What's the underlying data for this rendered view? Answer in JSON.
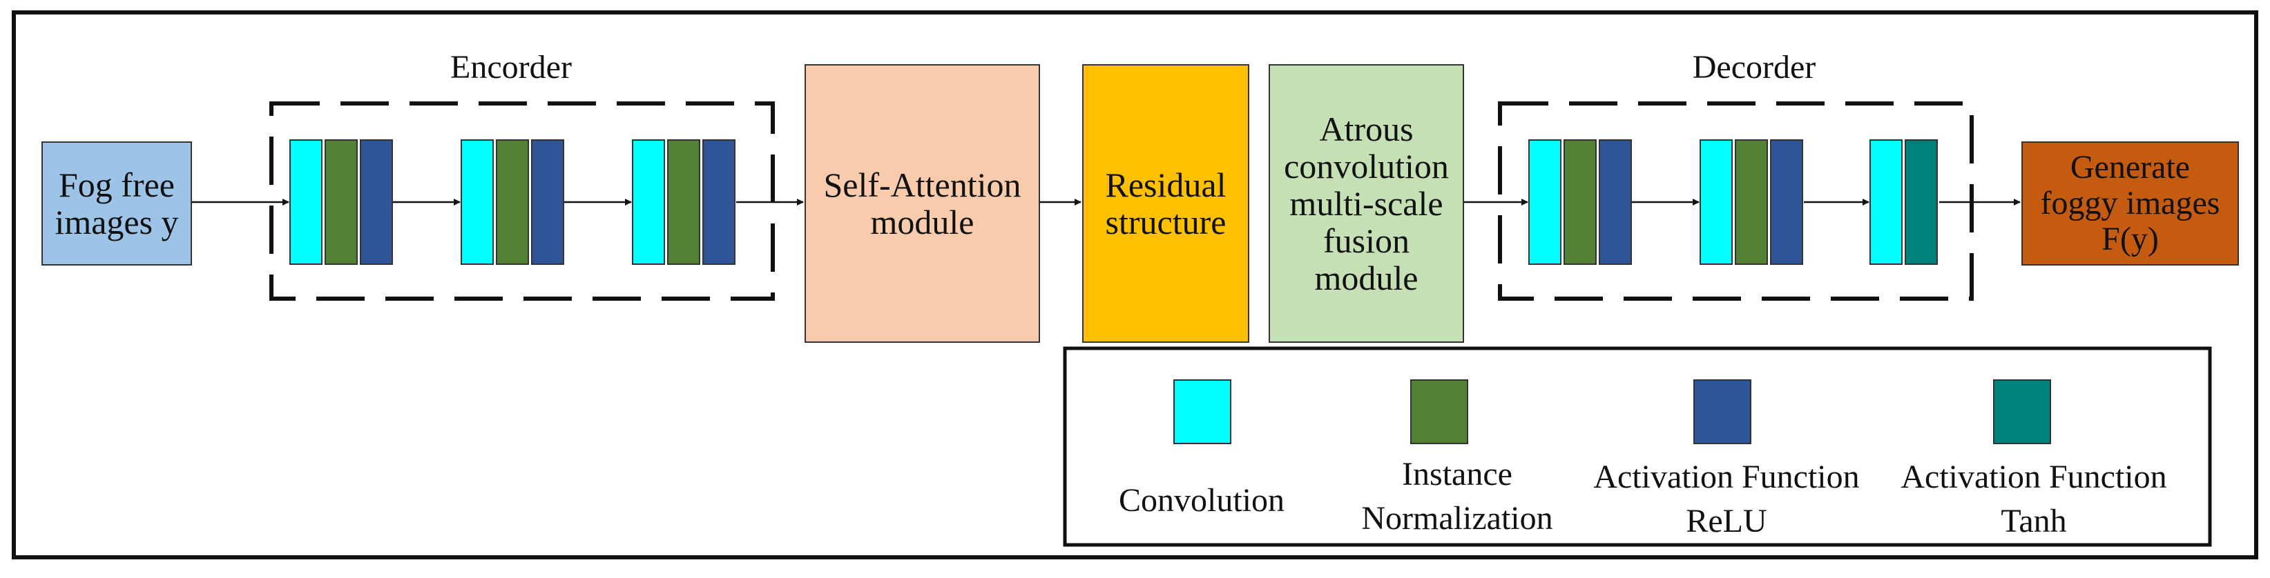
{
  "blocks": {
    "input": "Fog free images y",
    "attention": "Self-Attention module",
    "residual": "Residual structure",
    "atrous": "Atrous convolution multi-scale fusion module",
    "output": "Generate foggy images F(y)"
  },
  "groups": {
    "encoder": "Encorder",
    "decoder": "Decorder"
  },
  "legend": {
    "convolution": "Convolution",
    "instance_norm_1": "Instance",
    "instance_norm_2": "Normalization",
    "relu_1": "Activation Function",
    "relu_2": "ReLU",
    "tanh_1": "Activation Function",
    "tanh_2": "Tanh"
  },
  "colors": {
    "convolution": "#00ffff",
    "instance_norm": "#548235",
    "relu": "#2f5597",
    "tanh": "#00807a",
    "input": "#9dc3e6",
    "attention": "#f8cbad",
    "residual": "#ffc000",
    "atrous": "#c5e0b4",
    "output": "#c55a11"
  }
}
